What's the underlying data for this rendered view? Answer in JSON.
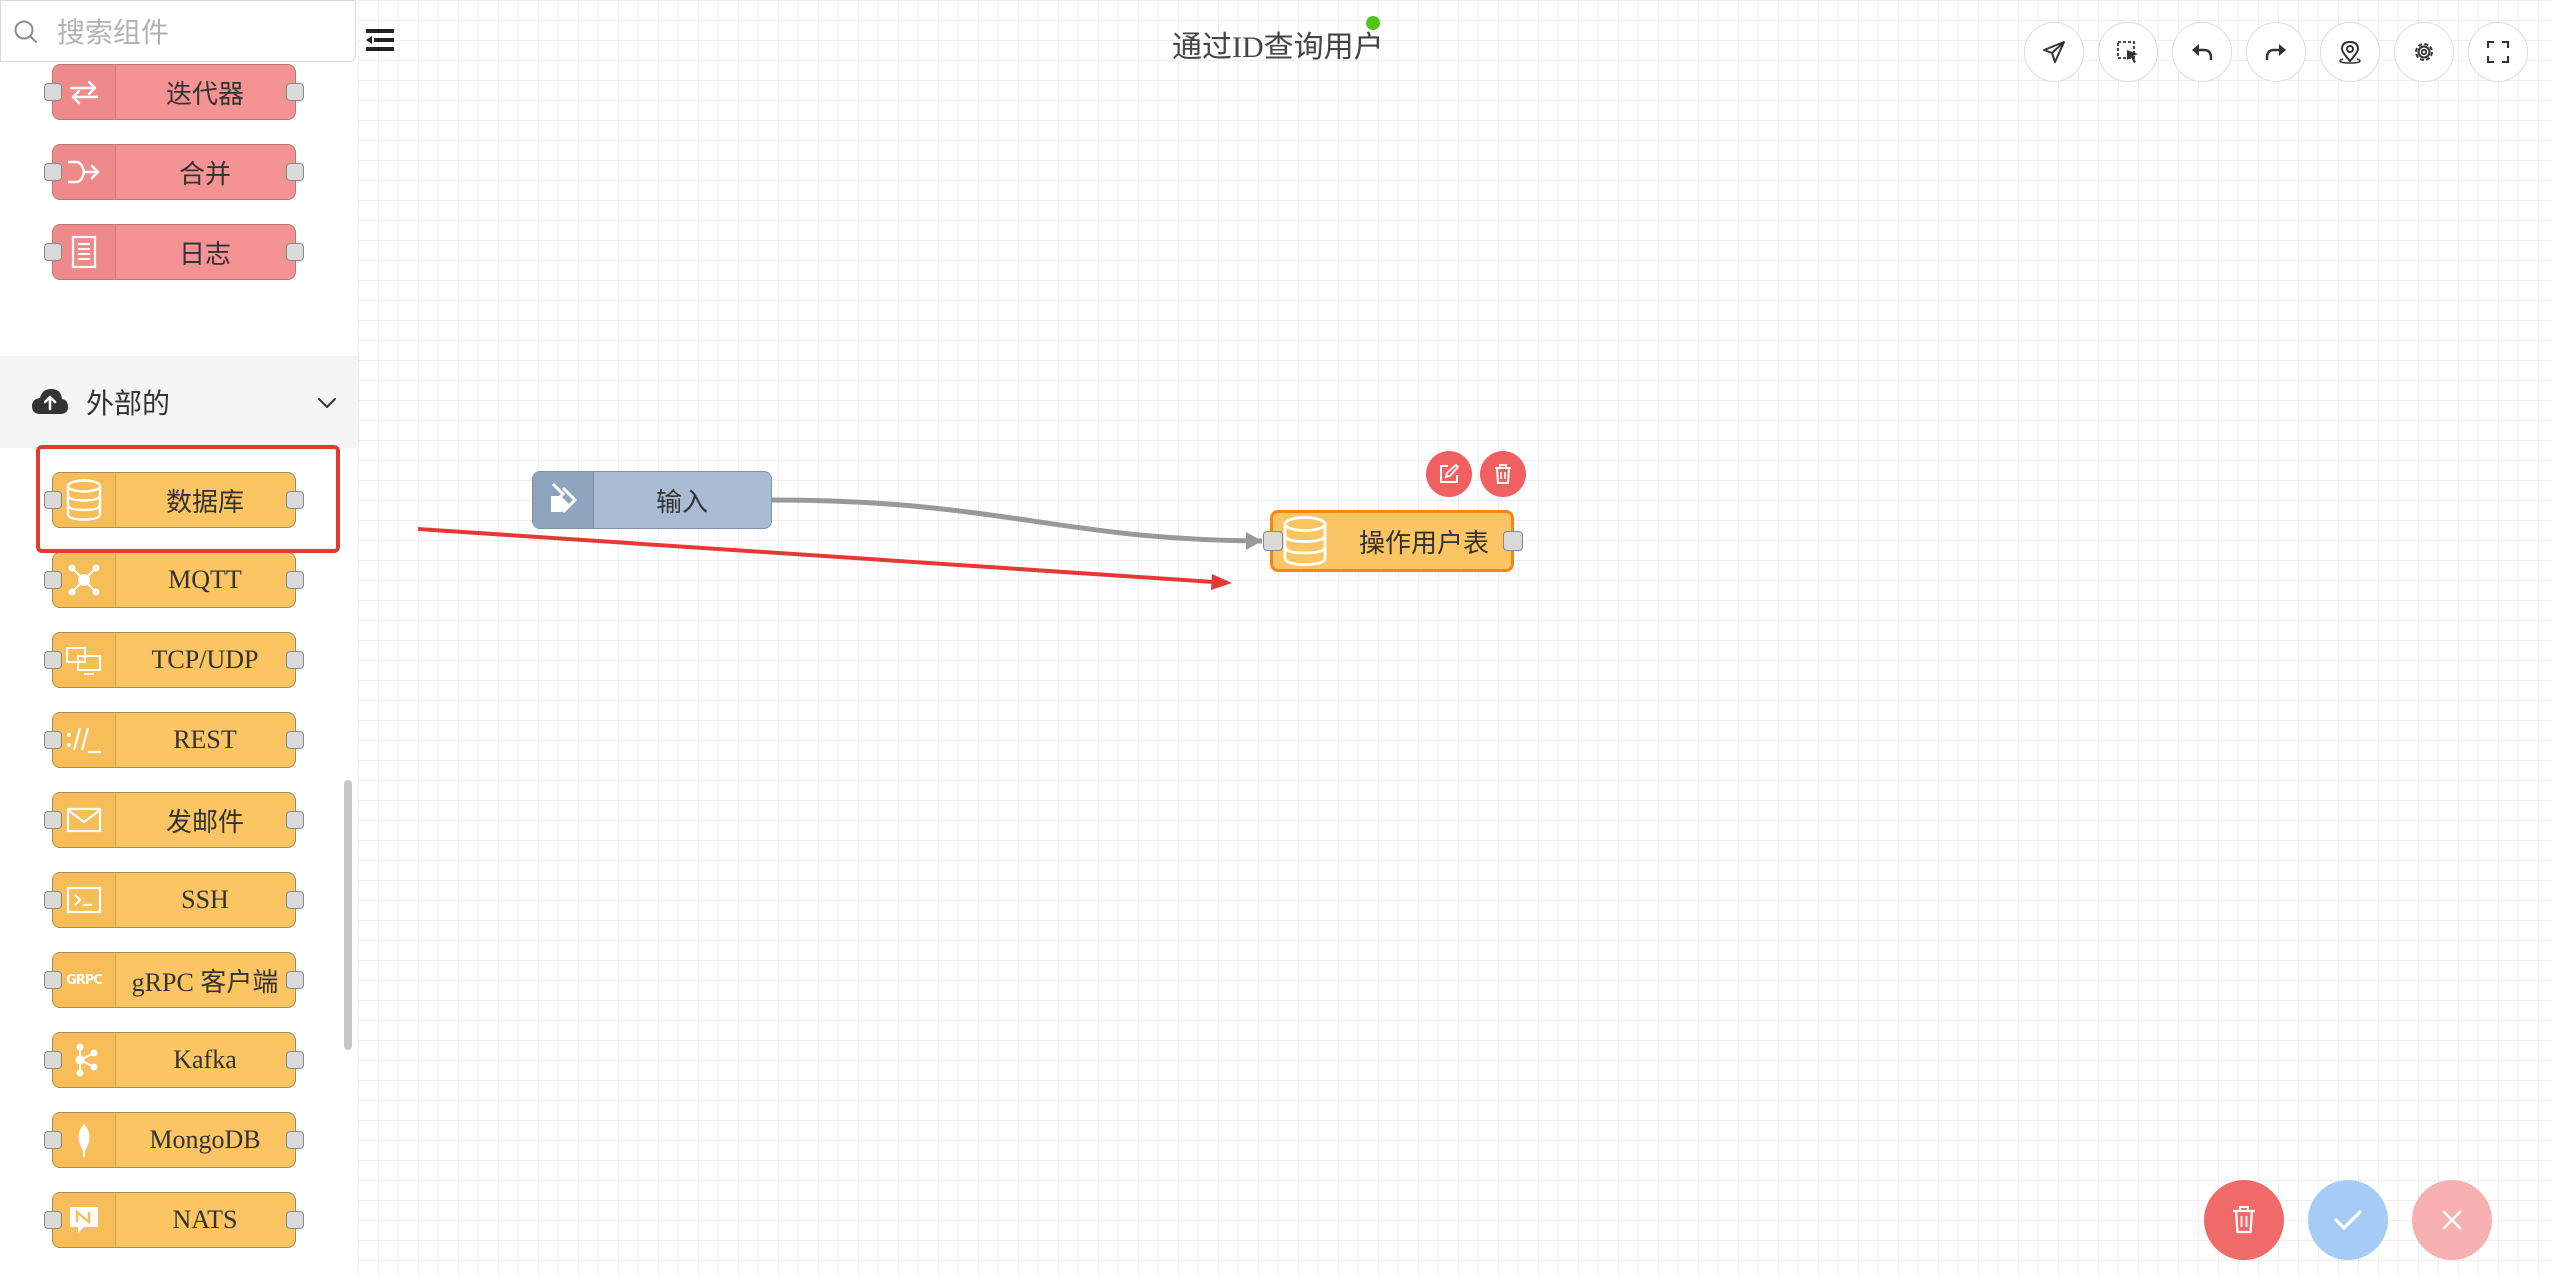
{
  "search": {
    "placeholder": "搜索组件"
  },
  "sidebar": {
    "common_nodes": [
      {
        "label": "迭代器",
        "icon": "repeat-icon"
      },
      {
        "label": "合并",
        "icon": "merge-icon"
      },
      {
        "label": "日志",
        "icon": "log-icon"
      }
    ],
    "section": {
      "title": "外部的",
      "icon": "cloud-upload-icon",
      "expanded": true
    },
    "external_nodes": [
      {
        "label": "数据库",
        "icon": "database-icon"
      },
      {
        "label": "MQTT",
        "icon": "mqtt-icon"
      },
      {
        "label": "TCP/UDP",
        "icon": "network-icon"
      },
      {
        "label": "REST",
        "icon": "rest-icon"
      },
      {
        "label": "发邮件",
        "icon": "mail-icon"
      },
      {
        "label": "SSH",
        "icon": "terminal-icon"
      },
      {
        "label": "gRPC 客户端",
        "icon": "grpc-icon",
        "icon_text": "GRPC"
      },
      {
        "label": "Kafka",
        "icon": "kafka-icon"
      },
      {
        "label": "MongoDB",
        "icon": "mongodb-leaf-icon"
      },
      {
        "label": "NATS",
        "icon": "nats-icon"
      }
    ]
  },
  "canvas": {
    "title": "通过ID查询用户",
    "status": "online",
    "nodes": [
      {
        "id": "input",
        "label": "输入",
        "icon": "input-arrow-icon"
      },
      {
        "id": "db",
        "label": "操作用户表",
        "icon": "database-icon",
        "selected": true
      }
    ]
  },
  "toolbar": [
    "deploy-send-icon",
    "select-area-icon",
    "undo-icon",
    "redo-icon",
    "locate-icon",
    "settings-gear-icon",
    "fullscreen-icon"
  ],
  "fabs": [
    {
      "name": "delete",
      "color": "#f06a6a"
    },
    {
      "name": "confirm",
      "color": "#a6ccf5"
    },
    {
      "name": "cancel",
      "color": "#f7b0b0"
    }
  ],
  "colors": {
    "red_node": "#f39393",
    "yellow_node": "#fac562",
    "input_node": "#a9bcd3",
    "selected_border": "#f0891a",
    "highlight": "#e53935",
    "status_dot": "#52c41a"
  }
}
